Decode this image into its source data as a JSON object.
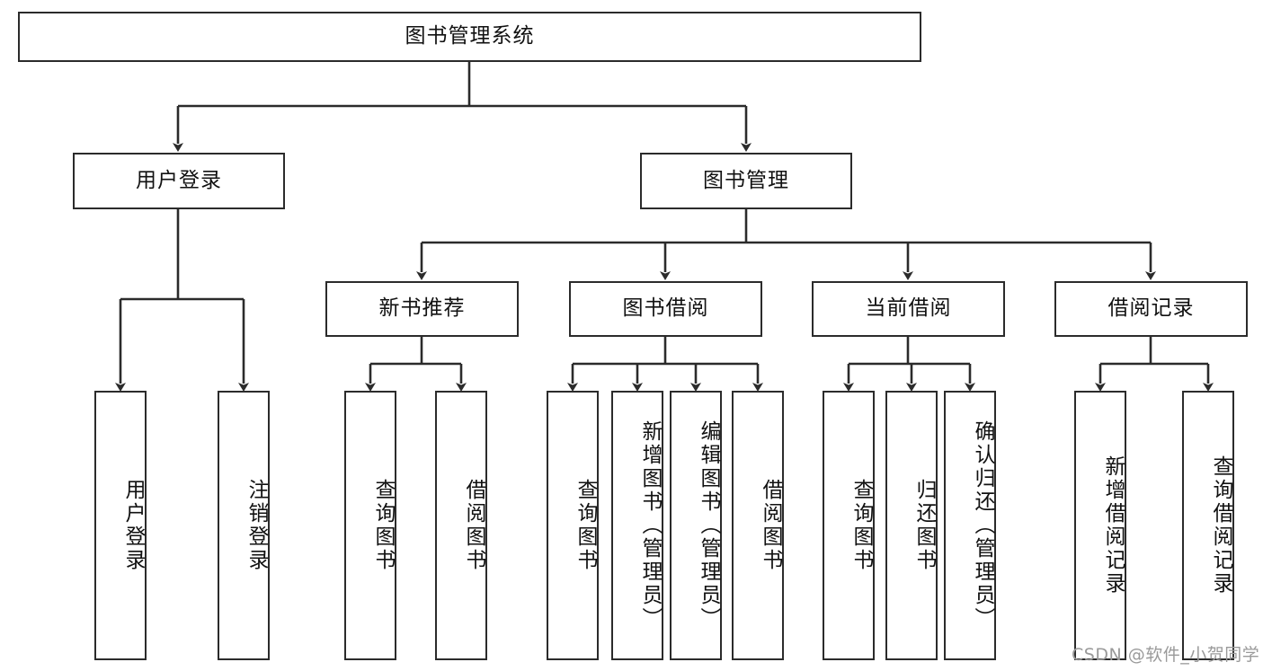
{
  "diagram": {
    "type": "tree-hierarchy",
    "title": "图书管理系统",
    "watermark": "CSDN @软件_小贺同学",
    "colors": {
      "node_border": "#2b2b2b",
      "node_fill": "#ffffff",
      "edge": "#2b2b2b",
      "background": "#ffffff",
      "watermark": "#9a9a9a"
    },
    "levels": {
      "root": {
        "label": "图书管理系统"
      },
      "level2": [
        {
          "label": "用户登录"
        },
        {
          "label": "图书管理"
        }
      ],
      "level3": [
        {
          "label": "新书推荐"
        },
        {
          "label": "图书借阅"
        },
        {
          "label": "当前借阅"
        },
        {
          "label": "借阅记录"
        }
      ]
    },
    "leaves": {
      "user_login": [
        {
          "label": "用户登录"
        },
        {
          "label": "注销登录"
        }
      ],
      "new_book_recommend": [
        {
          "label": "查询图书"
        },
        {
          "label": "借阅图书"
        }
      ],
      "book_borrow": [
        {
          "label": "查询图书"
        },
        {
          "label": "新增图书（管理员）"
        },
        {
          "label": "编辑图书（管理员）"
        },
        {
          "label": "借阅图书"
        }
      ],
      "current_borrow": [
        {
          "label": "查询图书"
        },
        {
          "label": "归还图书"
        },
        {
          "label": "确认归还（管理员）"
        }
      ],
      "borrow_records": [
        {
          "label": "新增借阅记录"
        },
        {
          "label": "查询借阅记录"
        }
      ]
    }
  }
}
